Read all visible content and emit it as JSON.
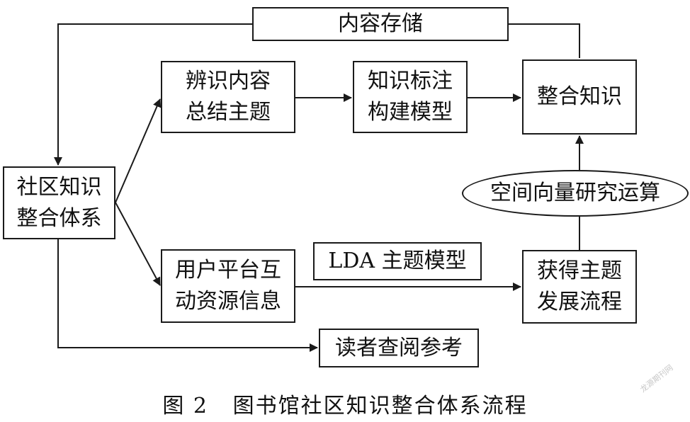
{
  "nodes": {
    "storage": "内容存储",
    "identify": [
      "辨识内容",
      "总结主题"
    ],
    "annotate": [
      "知识标注",
      "构建模型"
    ],
    "integrate": "整合知识",
    "system": [
      "社区知识",
      "整合体系"
    ],
    "vector": "空间向量研究运算",
    "interaction": [
      "用户平台互",
      "动资源信息"
    ],
    "lda": "LDA 主题模型",
    "trend": [
      "获得主题",
      "发展流程"
    ],
    "reference": "读者查阅参考"
  },
  "caption": "图 2   图书馆社区知识整合体系流程",
  "watermark": "龙源期刊网"
}
